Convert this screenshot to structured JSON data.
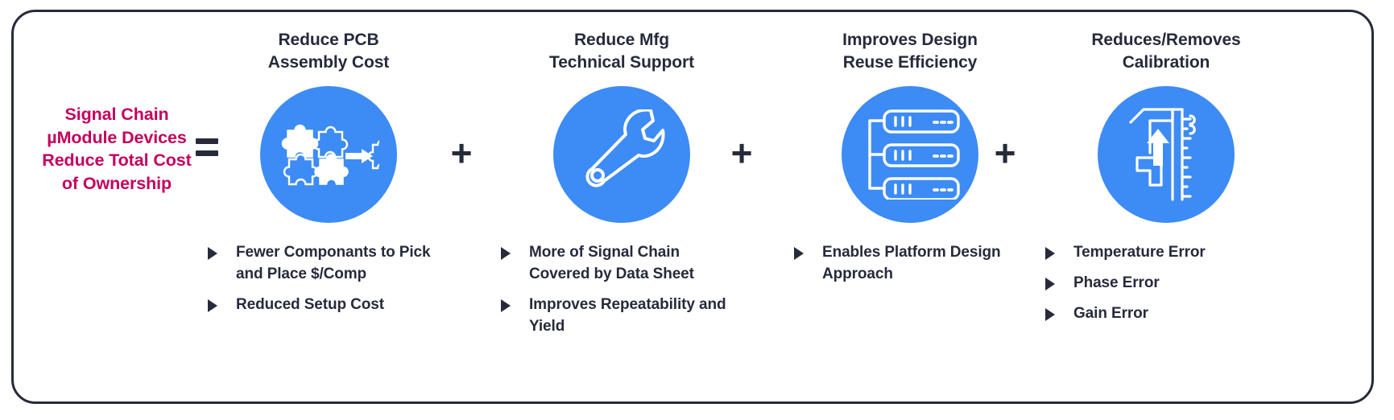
{
  "colors": {
    "accent_magenta": "#c4005e",
    "ink_navy": "#262b3b",
    "circle_blue": "#3d8bf5",
    "background": "#ffffff"
  },
  "lead_statement": {
    "text": "Signal Chain µModule Devices Reduce Total Cost of Ownership",
    "operator": "="
  },
  "operators": [
    "+",
    "+",
    "+"
  ],
  "columns": [
    {
      "heading": "Reduce PCB\nAssembly Cost",
      "heading_line1": "Reduce PCB",
      "heading_line2": "Assembly Cost",
      "icon": "puzzle-pieces-icon",
      "bullets": [
        "Fewer Componants to Pick and Place $/Comp",
        "Reduced Setup Cost"
      ]
    },
    {
      "heading": "Reduce Mfg\nTechnical Support",
      "heading_line1": "Reduce Mfg",
      "heading_line2": "Technical Support",
      "icon": "wrench-icon",
      "bullets": [
        "More of Signal Chain Covered by Data Sheet",
        "Improves Repeatability and Yield"
      ]
    },
    {
      "heading": "Improves Design\nReuse Efficiency",
      "heading_line1": "Improves Design",
      "heading_line2": "Reuse Efficiency",
      "icon": "server-rack-icon",
      "bullets": [
        "Enables Platform Design Approach"
      ]
    },
    {
      "heading": "Reduces/Removes\nCalibration",
      "heading_line1": "Reduces/Removes",
      "heading_line2": "Calibration",
      "icon": "caliper-gauge-icon",
      "bullets": [
        "Temperature Error",
        "Phase Error",
        "Gain Error"
      ]
    }
  ]
}
